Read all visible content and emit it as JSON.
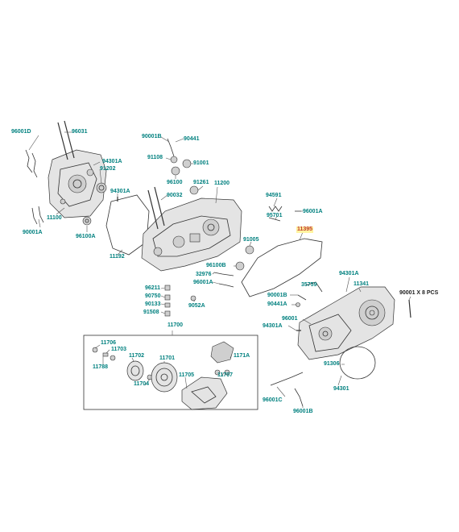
{
  "labels": {
    "p96001D": "96001D",
    "p96031": "96031",
    "p94301A_a": "94301A",
    "p91202": "91202",
    "p94301A_b": "94301A",
    "p11100": "11100",
    "p90001A_a": "90001A",
    "p96100A": "96100A",
    "p11192": "11192",
    "p90001B_a": "90001B",
    "p90441": "90441",
    "p91108": "91108",
    "p91001": "91001",
    "p96100": "96100",
    "p91261": "91261",
    "p11200": "11200",
    "p90032": "90032",
    "p94591": "94591",
    "p96001A_a": "96001A",
    "p95701": "95701",
    "p11395": "11395",
    "p91005": "91005",
    "p96100B": "96100B",
    "p32976": "32976",
    "p96001A_b": "96001A",
    "p96211": "96211",
    "p90750": "90750",
    "p90133": "90133",
    "p91508": "91508",
    "p9052A": "9052A",
    "p35759": "35759",
    "p90001B_b": "90001B",
    "p90441A": "90441A",
    "p94301A_c": "94301A",
    "p11341": "11341",
    "p90001x8": "90001 X 8 PCS",
    "p96001": "96001",
    "p94301A_d": "94301A",
    "p91306": "91306",
    "p94301": "94301",
    "p96001C": "96001C",
    "p96001B": "96001B",
    "p11700": "11700",
    "p11706": "11706",
    "p11703": "11703",
    "p11702": "11702",
    "p11701": "11701",
    "p11788": "11788",
    "p11704": "11704",
    "p11705": "11705",
    "p1171A": "1171A",
    "p11707": "11707"
  },
  "colors": {
    "label": "#00807f",
    "highlight_text": "#c0392b",
    "highlight_bg": "#fff3a0"
  }
}
